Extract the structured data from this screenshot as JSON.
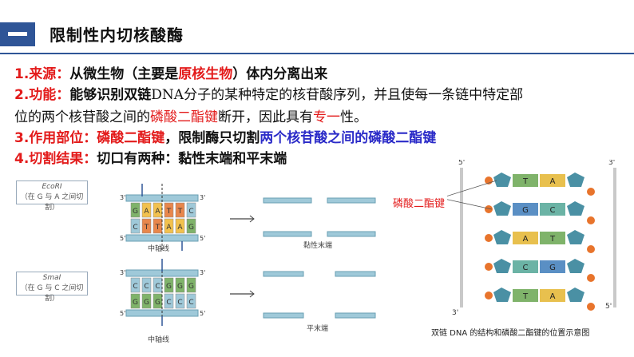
{
  "title": "限制性内切核酸酶",
  "items": {
    "l1_num": "1.来源：",
    "l1_a": "从微生物（主要是",
    "l1_red": "原核生物",
    "l1_b": "）体内分离出来",
    "l2_num": "2.功能：",
    "l2_a": "能够识别双链",
    "l2_b": "DNA分子的某种特定的核苷酸序列，并且使每一条链中特定部",
    "l3_a": "位的两个核苷酸之间的",
    "l3_red": "磷酸二酯键",
    "l3_b": "断开，因此具有",
    "l3_red2": "专一",
    "l3_c": "性。",
    "l4_num": "3.作用部位：",
    "l4_red": "磷酸二酯键",
    "l4_a": "，限制酶只切割",
    "l4_blue": "两个核苷酸之间的磷酸二酯键",
    "l5_num": "4.切割结果：",
    "l5_a": "切口有两种：黏性末端和平末端"
  },
  "fig_left": {
    "ecor_name": "EcoRⅠ",
    "ecor_desc": "（在 G 与 A 之间切割）",
    "sma_name": "SmaⅠ",
    "sma_desc": "（在 G 与 C 之间切割）",
    "axis1": "中轴线",
    "axis2": "中轴线",
    "sticky": "黏性末端",
    "blunt": "平末端",
    "p5": "5'",
    "p3": "3'",
    "ecor_top": [
      "G",
      "A",
      "A",
      "T",
      "T",
      "C"
    ],
    "ecor_bot": [
      "C",
      "T",
      "T",
      "A",
      "A",
      "G"
    ],
    "sma_top": [
      "C",
      "C",
      "C",
      "G",
      "G",
      "G"
    ],
    "sma_bot": [
      "G",
      "G",
      "G",
      "C",
      "C",
      "C"
    ]
  },
  "fig_right": {
    "bond_label": "磷酸二酯键",
    "p5a": "5'",
    "p3a": "3'",
    "p3b": "3'",
    "p5b": "5'",
    "pairs": [
      [
        "T",
        "A"
      ],
      [
        "G",
        "C"
      ],
      [
        "A",
        "T"
      ],
      [
        "C",
        "G"
      ],
      [
        "T",
        "A"
      ]
    ],
    "caption": "双链 DNA 的结构和磷酸二酯键的位置示意图"
  }
}
